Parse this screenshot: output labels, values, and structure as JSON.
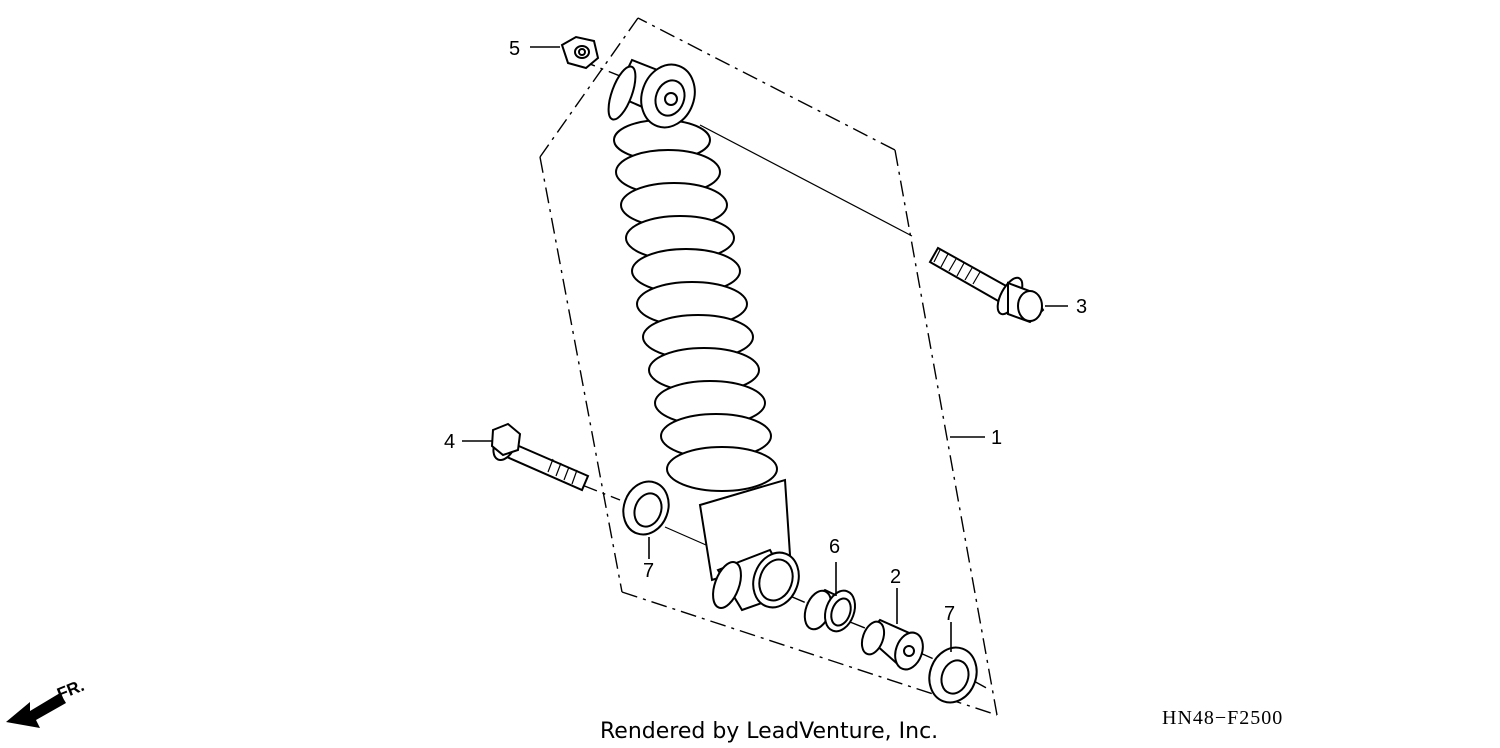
{
  "diagram": {
    "callouts": {
      "c1": "1",
      "c2": "2",
      "c3": "3",
      "c4": "4",
      "c5": "5",
      "c6": "6",
      "c7a": "7",
      "c7b": "7"
    },
    "direction_label": "FR.",
    "diagram_code": "HN48−F2500",
    "credit": "Rendered by LeadVenture, Inc."
  }
}
